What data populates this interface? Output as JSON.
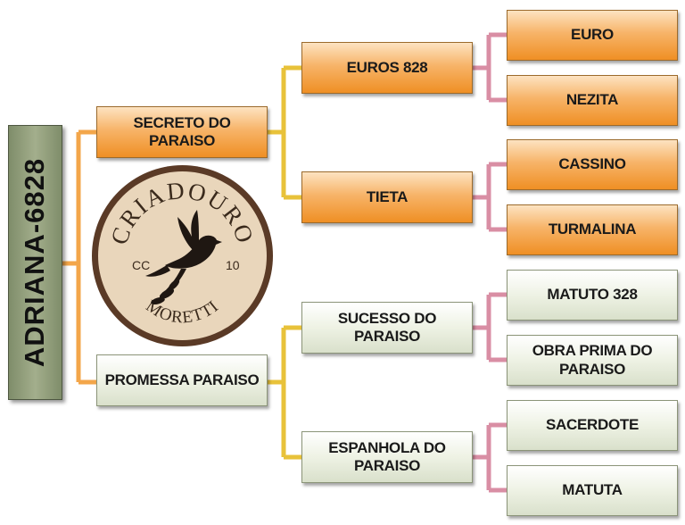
{
  "root": {
    "label": "ADRIANA-6828"
  },
  "seal": {
    "top_text": "CRIADOURO",
    "bottom_text": "MORETTI",
    "left_text": "CC",
    "right_text": "10"
  },
  "gen1": {
    "father": {
      "label": "SECRETO DO\nPARAISO"
    },
    "mother": {
      "label": "PROMESSA PARAISO"
    }
  },
  "gen2": {
    "ff": {
      "label": "EUROS 828"
    },
    "fm": {
      "label": "TIETA"
    },
    "mf": {
      "label": "SUCESSO DO\nPARAISO"
    },
    "mm": {
      "label": "ESPANHOLA DO\nPARAISO"
    }
  },
  "gen3": {
    "fff": {
      "label": "EURO"
    },
    "ffm": {
      "label": "NEZITA"
    },
    "fmf": {
      "label": "CASSINO"
    },
    "fmm": {
      "label": "TURMALINA"
    },
    "mff": {
      "label": "MATUTO 328"
    },
    "mfm": {
      "label": "OBRA PRIMA DO\nPARAISO"
    },
    "mmf": {
      "label": "SACERDOTE"
    },
    "mmm": {
      "label": "MATUTA"
    }
  },
  "colors": {
    "male_box": "#f4a24a",
    "female_box": "#e6ebdc",
    "root_box": "#95a07f",
    "connector_gen1": "#f3a64a",
    "connector_gen2": "#e8c23a",
    "connector_gen3": "#d98ea4",
    "seal_ring": "#5a3a26",
    "seal_face": "#e9d6bb"
  }
}
